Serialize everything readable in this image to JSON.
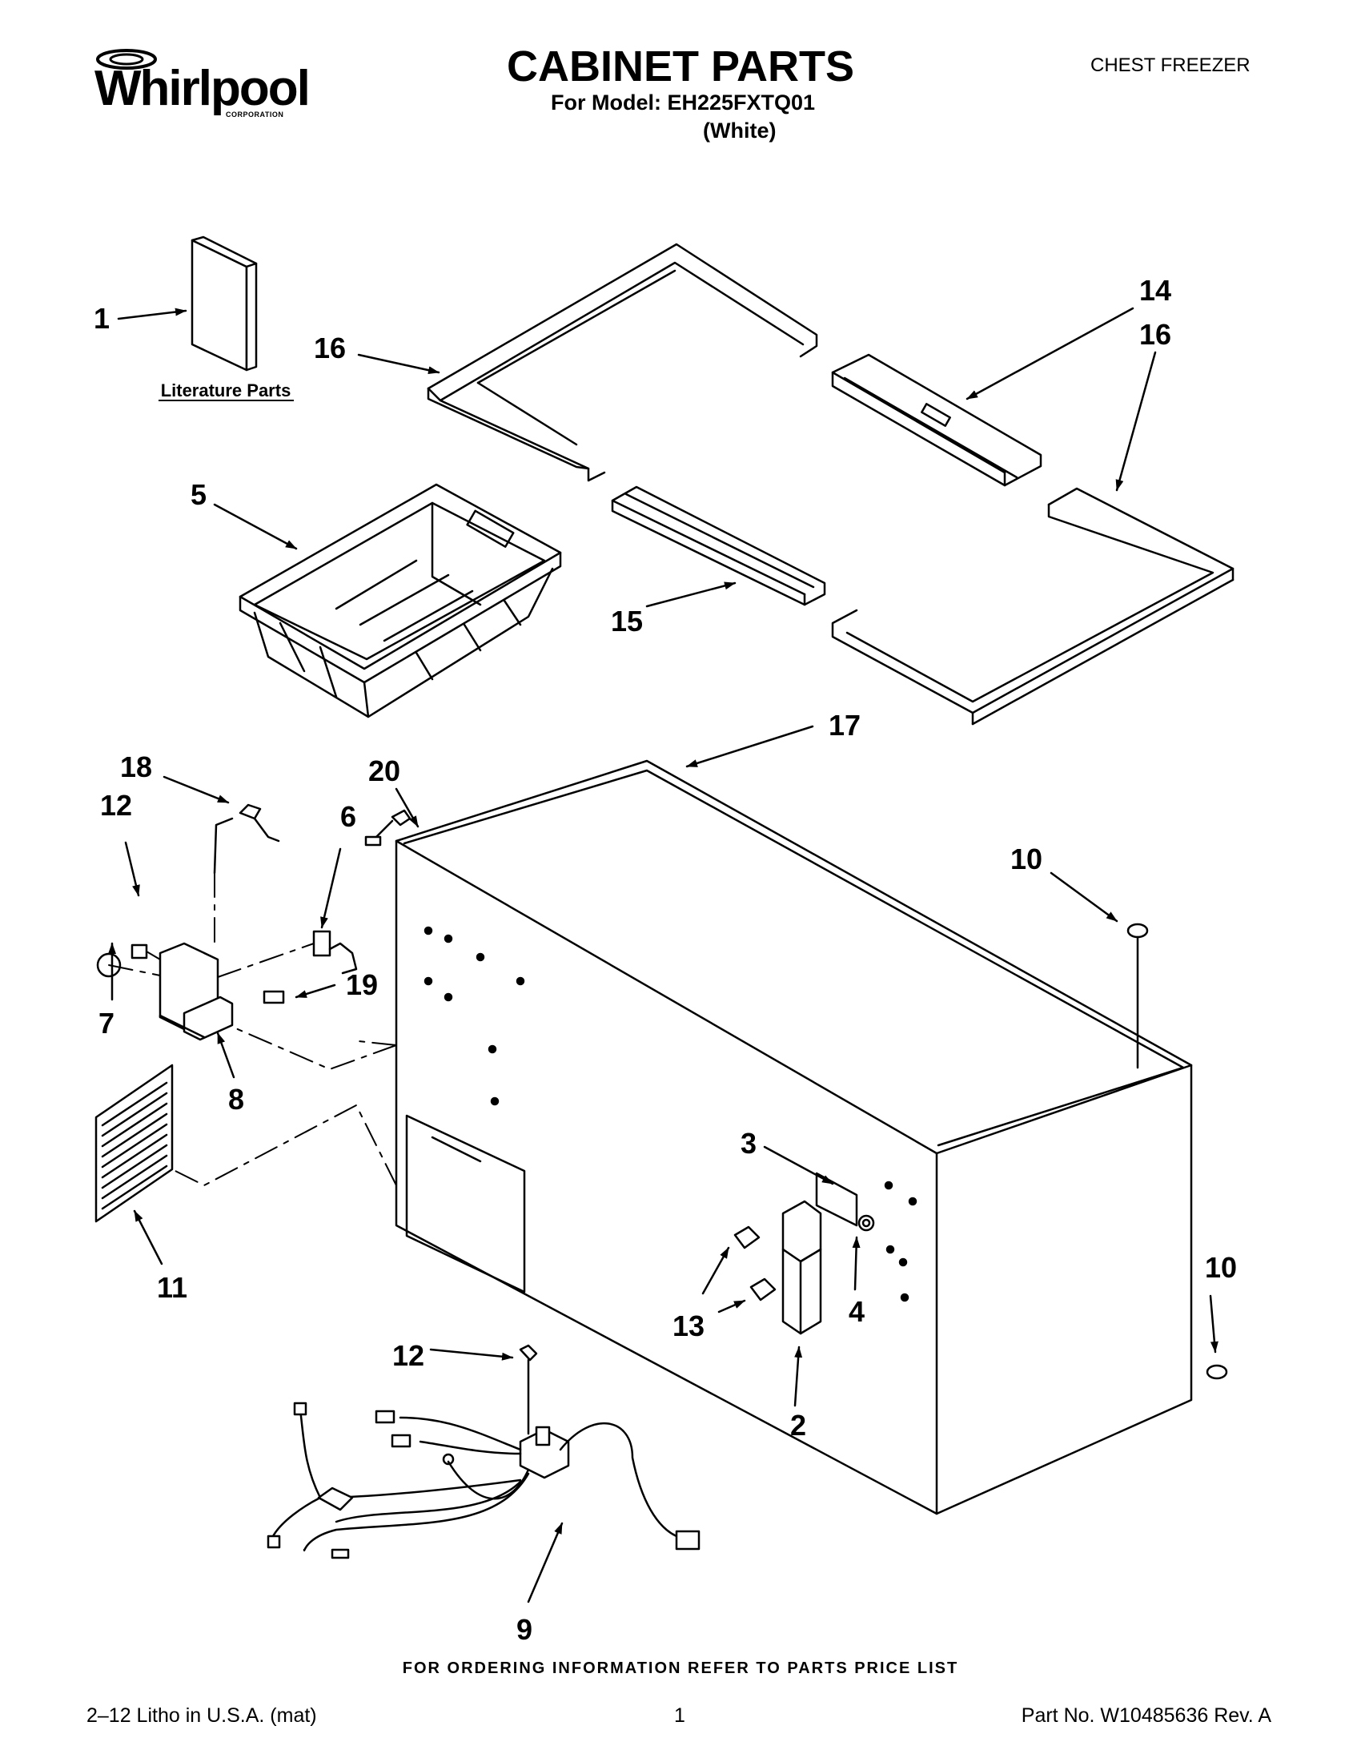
{
  "header": {
    "brand": "Whirlpool",
    "brand_sub": "CORPORATION",
    "title": "CABINET PARTS",
    "model_line": "For Model: EH225FXTQ01",
    "color_line": "(White)",
    "product": "CHEST FREEZER"
  },
  "diagram": {
    "literature_label": "Literature Parts",
    "callouts": [
      "1",
      "16",
      "14",
      "16",
      "5",
      "15",
      "17",
      "18",
      "20",
      "12",
      "6",
      "10",
      "7",
      "19",
      "8",
      "11",
      "3",
      "13",
      "4",
      "10",
      "12",
      "2",
      "9"
    ]
  },
  "footer": {
    "notice": "FOR ORDERING INFORMATION REFER TO PARTS PRICE LIST",
    "litho": "2–12 Litho in U.S.A. (mat)",
    "page": "1",
    "part_no": "Part No. W10485636 Rev. A"
  }
}
